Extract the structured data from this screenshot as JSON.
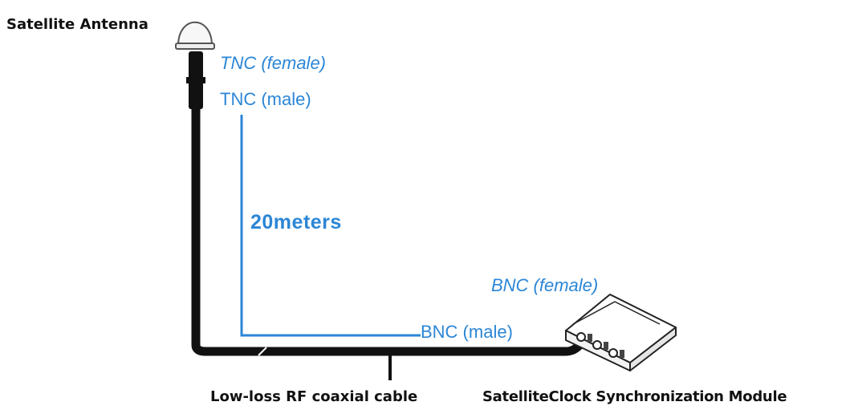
{
  "labels": {
    "antenna": "Satellite Antenna",
    "tnc_female": "TNC (female)",
    "tnc_male": "TNC (male)",
    "length": "20meters",
    "bnc_female": "BNC (female)",
    "bnc_male": "BNC (male)",
    "cable": "Low-loss RF coaxial cable",
    "module": "SatelliteClock Synchronization Module"
  },
  "colors": {
    "callout_blue": "#2b86d6",
    "cable_black": "#111111"
  },
  "icons": [
    "antenna-dome-icon",
    "module-box-icon"
  ]
}
